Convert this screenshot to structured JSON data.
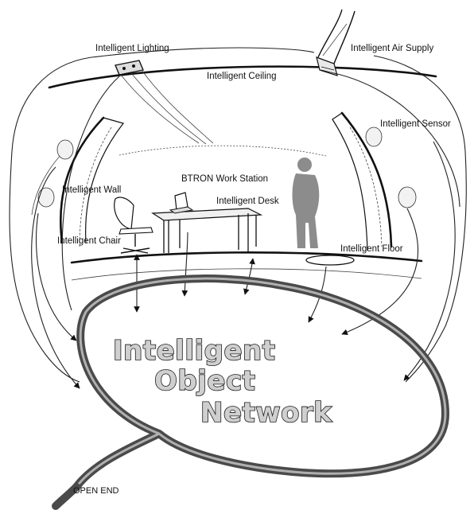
{
  "labels": {
    "lighting": "Intelligent Lighting",
    "air_supply": "Intelligent Air Supply",
    "ceiling": "Intelligent Ceiling",
    "sensor": "Intelligent Sensor",
    "workstation": "BTRON Work Station",
    "wall": "Intelligent Wall",
    "desk": "Intelligent Desk",
    "chair": "Intelligent Chair",
    "floor": "Intelligent Floor",
    "open_end": "OPEN END"
  },
  "network_title": {
    "line1": "Intelligent",
    "line2": "Object",
    "line3": "Network"
  }
}
